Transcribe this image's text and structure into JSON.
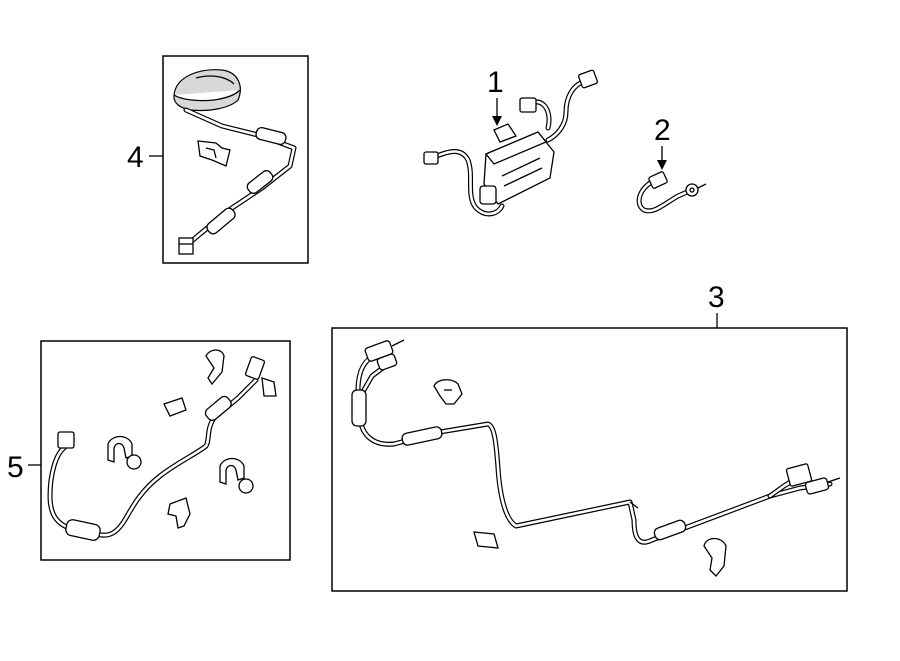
{
  "diagram": {
    "callouts": [
      {
        "id": "1",
        "label": "1"
      },
      {
        "id": "2",
        "label": "2"
      },
      {
        "id": "3",
        "label": "3"
      },
      {
        "id": "4",
        "label": "4"
      },
      {
        "id": "5",
        "label": "5"
      }
    ],
    "colors": {
      "line": "#000000",
      "background": "#ffffff",
      "shade": "#d8d8d8"
    },
    "parts": [
      {
        "callout": "1",
        "icon": "antenna-amplifier-module-icon"
      },
      {
        "callout": "2",
        "icon": "ground-strap-cable-icon"
      },
      {
        "callout": "3",
        "icon": "antenna-cable-harness-icon"
      },
      {
        "callout": "4",
        "icon": "shark-fin-antenna-with-cable-icon"
      },
      {
        "callout": "5",
        "icon": "antenna-cable-with-clips-icon"
      }
    ]
  }
}
